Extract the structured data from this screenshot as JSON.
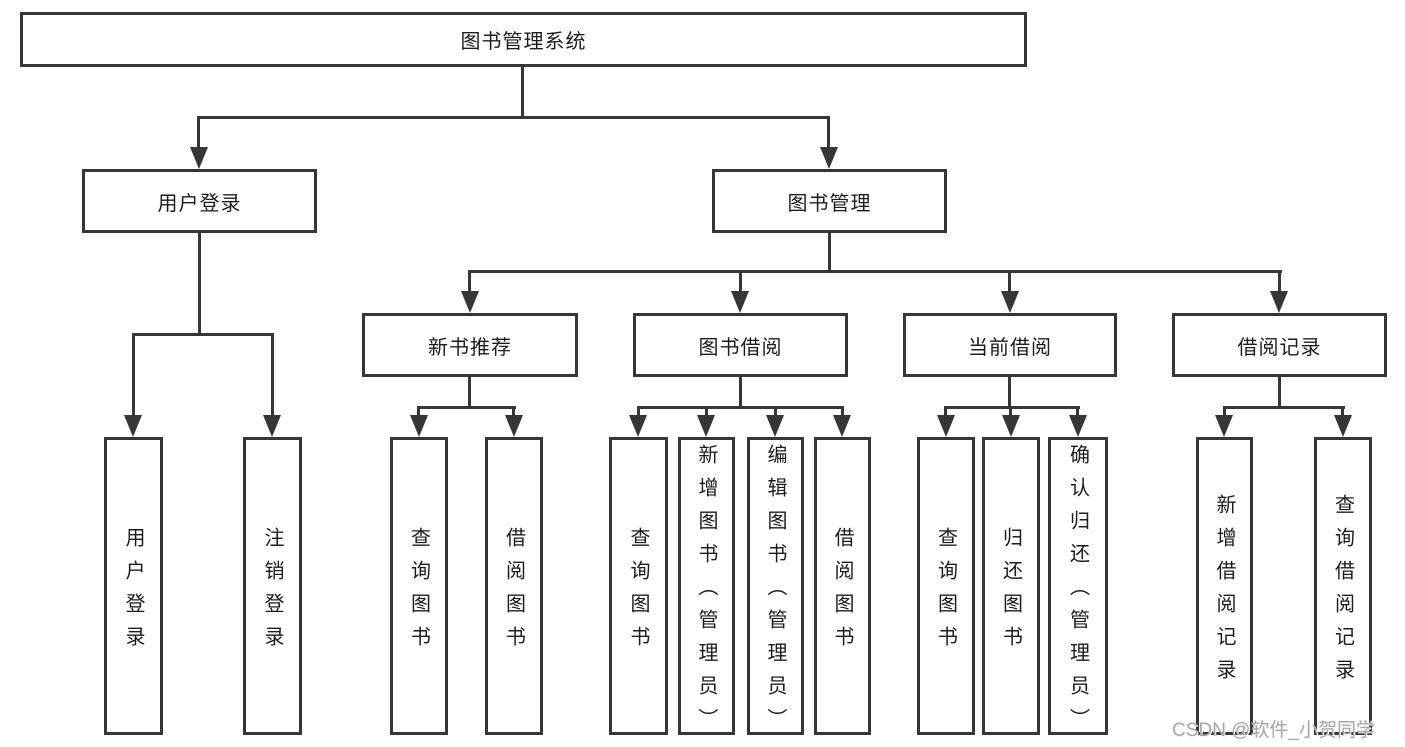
{
  "tree": {
    "label": "图书管理系统",
    "children": [
      {
        "label": "用户登录",
        "children": [
          {
            "label": "用户登录"
          },
          {
            "label": "注销登录"
          }
        ]
      },
      {
        "label": "图书管理",
        "children": [
          {
            "label": "新书推荐",
            "children": [
              {
                "label": "查询图书"
              },
              {
                "label": "借阅图书"
              }
            ]
          },
          {
            "label": "图书借阅",
            "children": [
              {
                "label": "查询图书"
              },
              {
                "label": "新增图书（管理员）"
              },
              {
                "label": "编辑图书（管理员）"
              },
              {
                "label": "借阅图书"
              }
            ]
          },
          {
            "label": "当前借阅",
            "children": [
              {
                "label": "查询图书"
              },
              {
                "label": "归还图书"
              },
              {
                "label": "确认归还（管理员）"
              }
            ]
          },
          {
            "label": "借阅记录",
            "children": [
              {
                "label": "新增借阅记录"
              },
              {
                "label": "查询借阅记录"
              }
            ]
          }
        ]
      }
    ]
  },
  "watermark": {
    "text": "CSDN @软件_小贺同学"
  },
  "colors": {
    "line": "#363636",
    "text": "#1c1c1c",
    "watermark": "#a8a8a8",
    "bg": "#ffffff"
  }
}
